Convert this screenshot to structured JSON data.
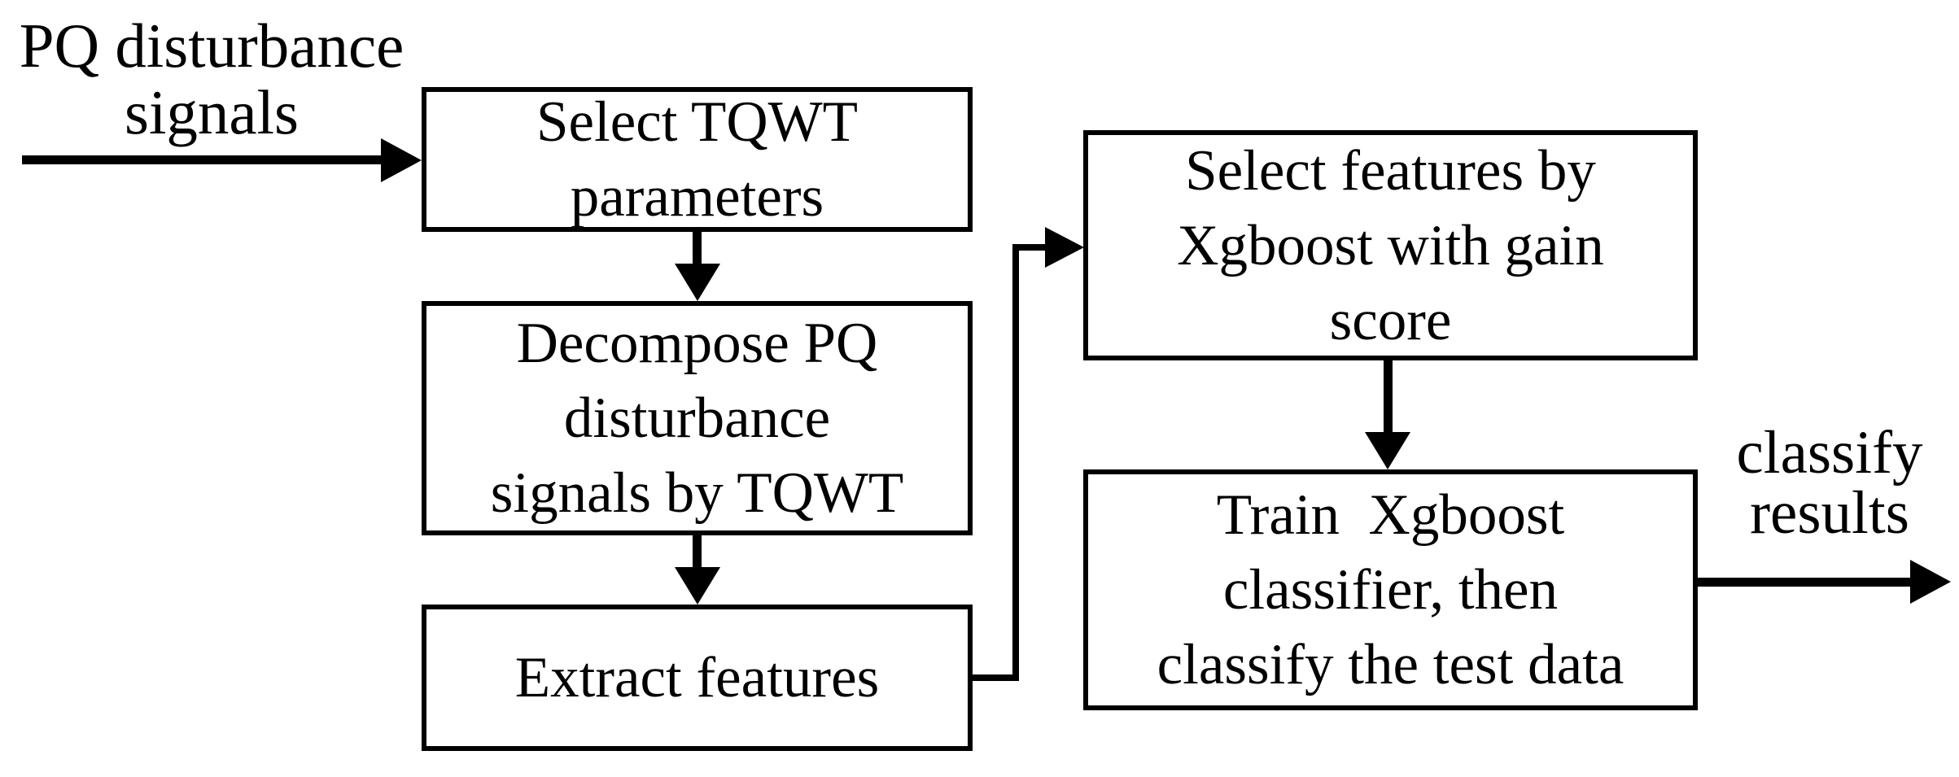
{
  "diagram": {
    "type": "flowchart",
    "background_color": "#ffffff",
    "ink_color": "#000000",
    "input_label": {
      "text": "PQ disturbance\nsignals"
    },
    "output_label": {
      "text": "classify\nresults"
    },
    "boxes": [
      {
        "id": "select-tqwt-parameters",
        "text": "Select TQWT\nparameters"
      },
      {
        "id": "decompose-pq-signals",
        "text": "Decompose PQ\ndisturbance\nsignals by TQWT"
      },
      {
        "id": "extract-features",
        "text": "Extract features"
      },
      {
        "id": "select-features-xgboost",
        "text": "Select features by\nXgboost with gain\nscore"
      },
      {
        "id": "train-xgboost-classifier",
        "text": "Train  Xgboost\nclassifier, then\nclassify the test data"
      }
    ],
    "edges": [
      {
        "from": "pq-disturbance-signals-input",
        "to": "select-tqwt-parameters"
      },
      {
        "from": "select-tqwt-parameters",
        "to": "decompose-pq-signals"
      },
      {
        "from": "decompose-pq-signals",
        "to": "extract-features"
      },
      {
        "from": "extract-features",
        "to": "select-features-xgboost"
      },
      {
        "from": "select-features-xgboost",
        "to": "train-xgboost-classifier"
      },
      {
        "from": "train-xgboost-classifier",
        "to": "classify-results-output"
      }
    ]
  }
}
